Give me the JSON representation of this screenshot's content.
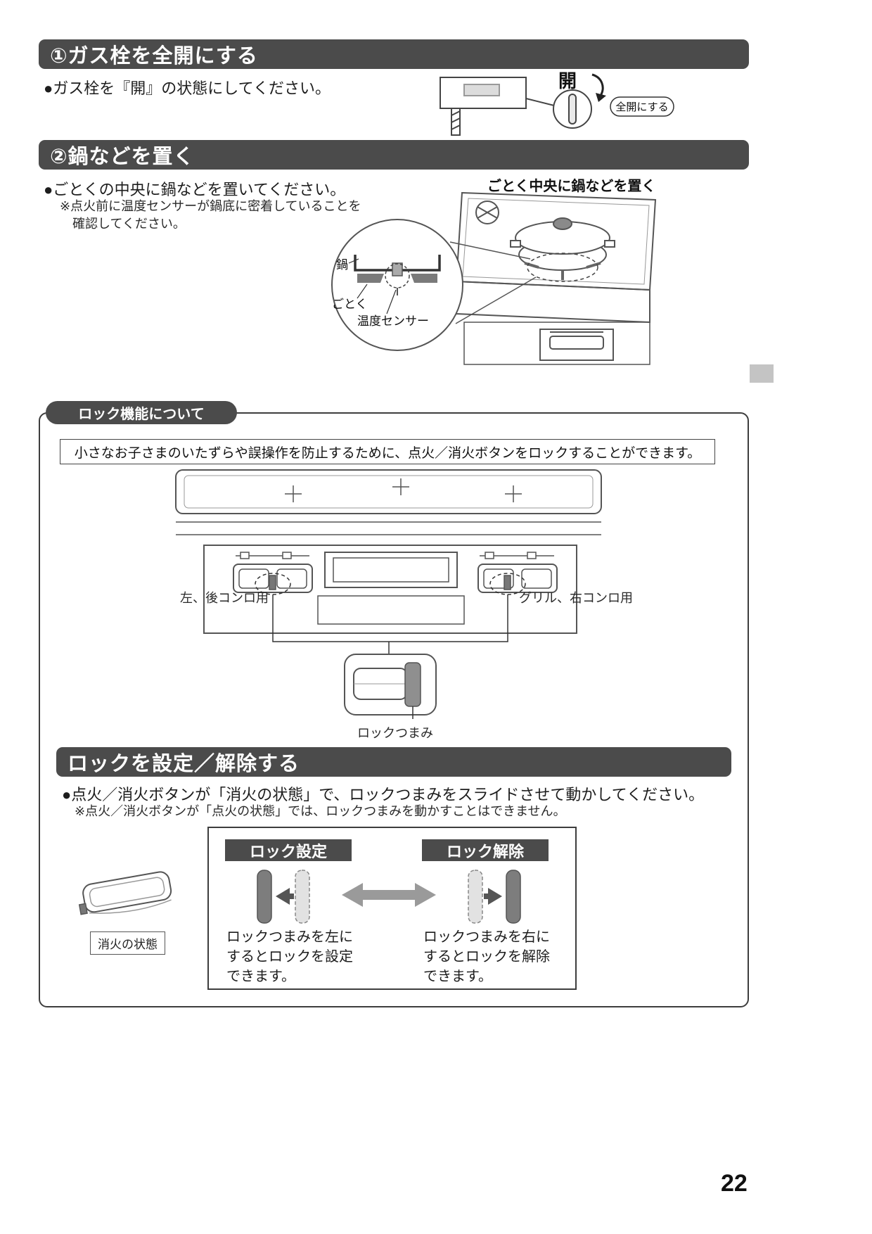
{
  "page": {
    "number": "22"
  },
  "colors": {
    "header_bar": "#4b4b4b",
    "arrow_gray": "#9a9a9a",
    "edge_tab": "#c4c4c4"
  },
  "section1": {
    "title": "①ガス栓を全開にする",
    "bullet": "●ガス栓を『開』の状態にしてください。",
    "valve": {
      "knob_label": "開",
      "callout": "全開にする"
    }
  },
  "section2": {
    "title": "②鍋などを置く",
    "bullet": "●ごとくの中央に鍋などを置いてください。",
    "note": "※点火前に温度センサーが鍋底に密着していることを\n　確認してください。",
    "caption": "ごとく中央に鍋などを置く",
    "labels": {
      "pot": "鍋",
      "gotoku": "ごとく",
      "sensor": "温度センサー"
    }
  },
  "lock": {
    "tab": "ロック機能について",
    "intro": "小さなお子さまのいたずらや誤操作を防止するために、点火／消火ボタンをロックすることができます。",
    "label_left_burner": "左、後コンロ用",
    "label_right_burner": "グリル、右コンロ用",
    "label_knob": "ロックつまみ",
    "setrelease": {
      "title": "ロックを設定／解除する",
      "bullet": "●点火／消火ボタンが「消火の状態」で、ロックつまみをスライドさせて動かしてください。",
      "note": "※点火／消火ボタンが「点火の状態」では、ロックつまみを動かすことはできません。",
      "state_label": "消火の状態",
      "set_title": "ロック設定",
      "set_desc": "ロックつまみを左に\nするとロックを設定\nできます。",
      "release_title": "ロック解除",
      "release_desc": "ロックつまみを右に\nするとロックを解除\nできます。"
    }
  }
}
